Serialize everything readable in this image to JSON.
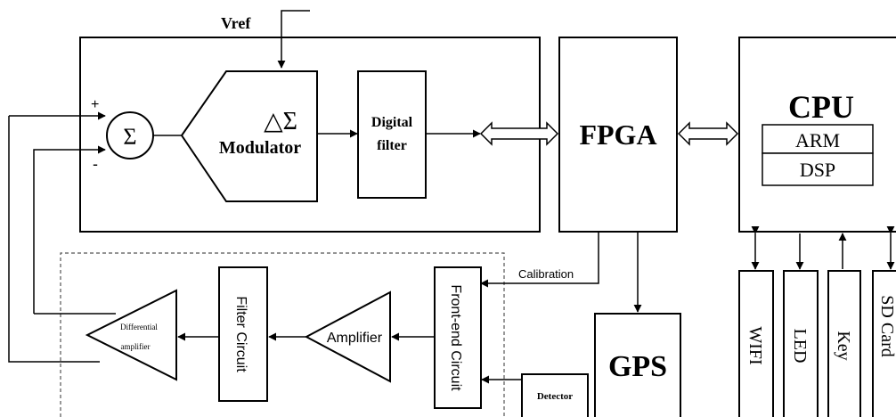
{
  "labels": {
    "vref": "Vref",
    "plus": "+",
    "minus": "-",
    "sigma": "Σ",
    "modulator_symbol": "△Σ",
    "modulator": "Modulator",
    "digital_filter_line1": "Digital",
    "digital_filter_line2": "filter",
    "fpga": "FPGA",
    "cpu": "CPU",
    "arm": "ARM",
    "dsp": "DSP",
    "calibration": "Calibration",
    "front_end_circuit": "Front-end Circuit",
    "amplifier": "Amplifier",
    "filter_circuit": "Filter Circuit",
    "diff_amp_line1": "Differential",
    "diff_amp_line2": "amplifier",
    "detector": "Detector",
    "gps": "GPS",
    "wifi": "WIFI",
    "led": "LED",
    "key": "Key",
    "sd_card": "SD Card"
  }
}
